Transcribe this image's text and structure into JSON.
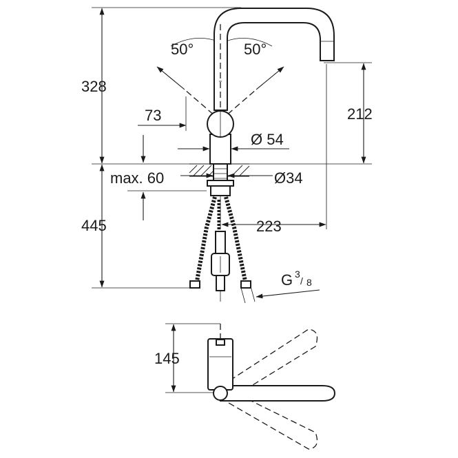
{
  "labels": {
    "height_total": "328",
    "angle_left": "50°",
    "angle_right": "50°",
    "offset_73": "73",
    "height_212": "212",
    "diameter_54": "Ø 54",
    "max_60": "max. 60",
    "diameter_34": "Ø34",
    "depth_445": "445",
    "reach_223": "223",
    "thread_g": "G",
    "thread_num": "3",
    "thread_den": "8",
    "plan_145": "145"
  }
}
